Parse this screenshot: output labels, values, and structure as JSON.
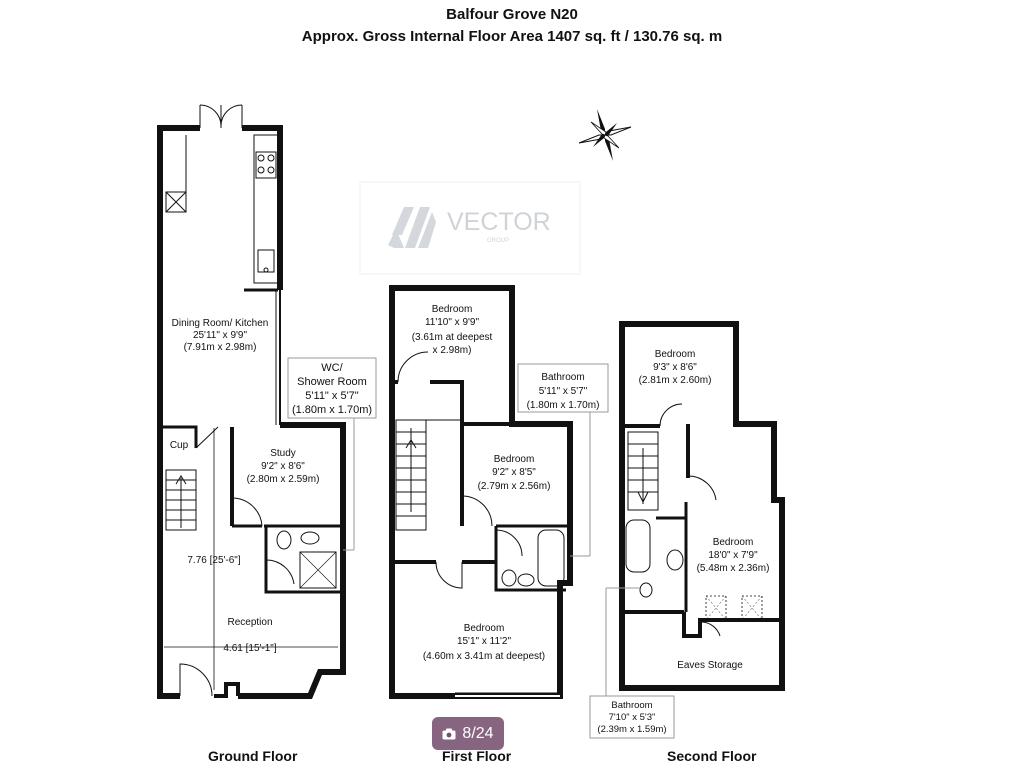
{
  "header": {
    "title": "Balfour Grove N20",
    "subtitle": "Approx. Gross Internal Floor Area 1407 sq. ft / 130.76 sq. m"
  },
  "watermark": {
    "brand": "VECTOR",
    "sub": "GROUP"
  },
  "rooms": {
    "dining": {
      "name": "Dining Room/ Kitchen",
      "dim_imperial": "25'11\" x 9'9\"",
      "dim_metric": "(7.91m x 2.98m)"
    },
    "wc": {
      "name1": "WC/",
      "name2": "Shower Room",
      "dim_imperial": "5'11\" x 5'7\"",
      "dim_metric": "(1.80m x 1.70m)"
    },
    "study": {
      "name": "Study",
      "dim_imperial": "9'2\" x 8'6\"",
      "dim_metric": "(2.80m x 2.59m)"
    },
    "cup": {
      "name": "Cup"
    },
    "reception": {
      "name": "Reception",
      "measure_v": "7.76 [25'-6\"]",
      "measure_h": "4.61 [15'-1\"]"
    },
    "ff_bedroom1": {
      "name": "Bedroom",
      "dim_imperial": "11'10\" x 9'9\"",
      "dim_metric1": "(3.61m at deepest",
      "dim_metric2": "x 2.98m)"
    },
    "ff_bathroom": {
      "name": "Bathroom",
      "dim_imperial": "5'11\" x 5'7\"",
      "dim_metric": "(1.80m x 1.70m)"
    },
    "ff_bedroom2": {
      "name": "Bedroom",
      "dim_imperial": "9'2\" x 8'5\"",
      "dim_metric": "(2.79m x 2.56m)"
    },
    "ff_bedroom3": {
      "name": "Bedroom",
      "dim_imperial": "15'1\" x 11'2\"",
      "dim_metric": "(4.60m x 3.41m at deepest)"
    },
    "sf_bedroom1": {
      "name": "Bedroom",
      "dim_imperial": "9'3\" x 8'6\"",
      "dim_metric": "(2.81m x 2.60m)"
    },
    "sf_bedroom2": {
      "name": "Bedroom",
      "dim_imperial": "18'0\" x 7'9\"",
      "dim_metric": "(5.48m x 2.36m)"
    },
    "eaves": {
      "name": "Eaves Storage"
    },
    "sf_bathroom": {
      "name": "Bathroom",
      "dim_imperial": "7'10\" x 5'3\"",
      "dim_metric": "(2.39m x 1.59m)"
    }
  },
  "floors": {
    "ground": "Ground Floor",
    "first": "First Floor",
    "second": "Second Floor"
  },
  "gallery": {
    "counter": "8/24",
    "icon": "camera-icon"
  },
  "colors": {
    "wall": "#111111",
    "badge": "#764e6e"
  }
}
